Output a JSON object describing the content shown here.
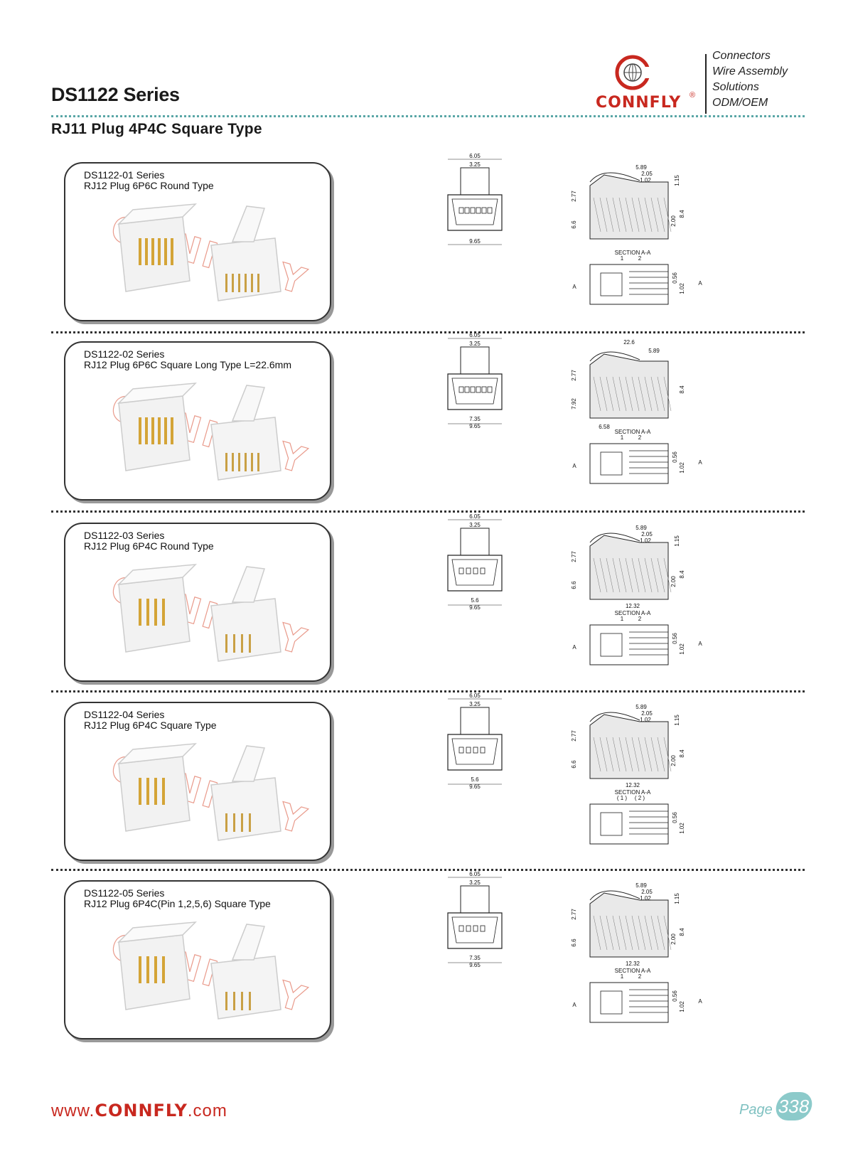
{
  "header": {
    "series_title": "DS1122 Series",
    "subtitle": "RJ11 Plug 4P4C Square Type",
    "brand": "CONNFLY",
    "brand_mark": "®",
    "taglines": [
      "Connectors",
      "Wire Assembly",
      "Solutions",
      "ODM/OEM"
    ]
  },
  "products": [
    {
      "series": "DS1122-01 Series",
      "description": "RJ12 Plug 6P6C Round Type",
      "pins": 6,
      "front_dims": [
        "6.05",
        "3.25",
        "9.65"
      ],
      "side_dims": [
        "5.89",
        "2.05",
        "1.02",
        "1.15",
        "2.77",
        "6.6",
        "2.00",
        "8.4"
      ],
      "section_label": "SECTION A-A",
      "section_marks": [
        "1",
        "2"
      ],
      "bottom_dims": [
        "0.56",
        "1.02"
      ],
      "arrow_label": "A"
    },
    {
      "series": "DS1122-02 Series",
      "description": "RJ12 Plug 6P6C Square Long Type L=22.6mm",
      "pins": 6,
      "front_dims": [
        "6.05",
        "3.25",
        "7.35",
        "9.65"
      ],
      "side_dims": [
        "22.6",
        "5.89",
        "2.77",
        "7.92",
        "8.4",
        "6.58"
      ],
      "section_label": "SECTION A-A",
      "section_marks": [
        "1",
        "2"
      ],
      "bottom_dims": [
        "0.56",
        "1.02"
      ],
      "arrow_label": "A"
    },
    {
      "series": "DS1122-03 Series",
      "description": "RJ12 Plug 6P4C Round Type",
      "pins": 4,
      "front_dims": [
        "6.05",
        "3.25",
        "5.6",
        "9.65"
      ],
      "side_dims": [
        "5.89",
        "2.05",
        "1.02",
        "1.15",
        "2.77",
        "6.6",
        "2.00",
        "8.4",
        "12.32"
      ],
      "section_label": "SECTION A-A",
      "section_marks": [
        "1",
        "2"
      ],
      "bottom_dims": [
        "0.56",
        "1.02"
      ],
      "arrow_label": "A"
    },
    {
      "series": "DS1122-04 Series",
      "description": "RJ12 Plug 6P4C Square Type",
      "pins": 4,
      "front_dims": [
        "6.05",
        "3.25",
        "5.6",
        "9.65"
      ],
      "side_dims": [
        "5.89",
        "2.05",
        "1.02",
        "1.15",
        "2.77",
        "6.6",
        "2.00",
        "8.4",
        "12.32"
      ],
      "section_label": "SECTION A-A",
      "section_marks": [
        "( 1 )",
        "( 2 )"
      ],
      "bottom_dims": [
        "0.56",
        "1.02"
      ],
      "arrow_label": ""
    },
    {
      "series": "DS1122-05 Series",
      "description": "RJ12 Plug 6P4C(Pin 1,2,5,6) Square Type",
      "pins": 4,
      "front_dims": [
        "6.05",
        "3.25",
        "7.35",
        "9.65"
      ],
      "side_dims": [
        "5.89",
        "2.05",
        "1.02",
        "1.15",
        "2.77",
        "6.6",
        "2.00",
        "8.4",
        "12.32"
      ],
      "section_label": "SECTION A-A",
      "section_marks": [
        "1",
        "2"
      ],
      "bottom_dims": [
        "0.56",
        "1.02"
      ],
      "arrow_label": "A"
    }
  ],
  "footer": {
    "url_prefix": "www.",
    "url_brand": "CONNFLY",
    "url_suffix": ".com",
    "page_label": "Page",
    "page_number": "338"
  },
  "colors": {
    "brand_red": "#c8281f",
    "teal": "#8ccaca",
    "watermark": "#e99b8c"
  }
}
